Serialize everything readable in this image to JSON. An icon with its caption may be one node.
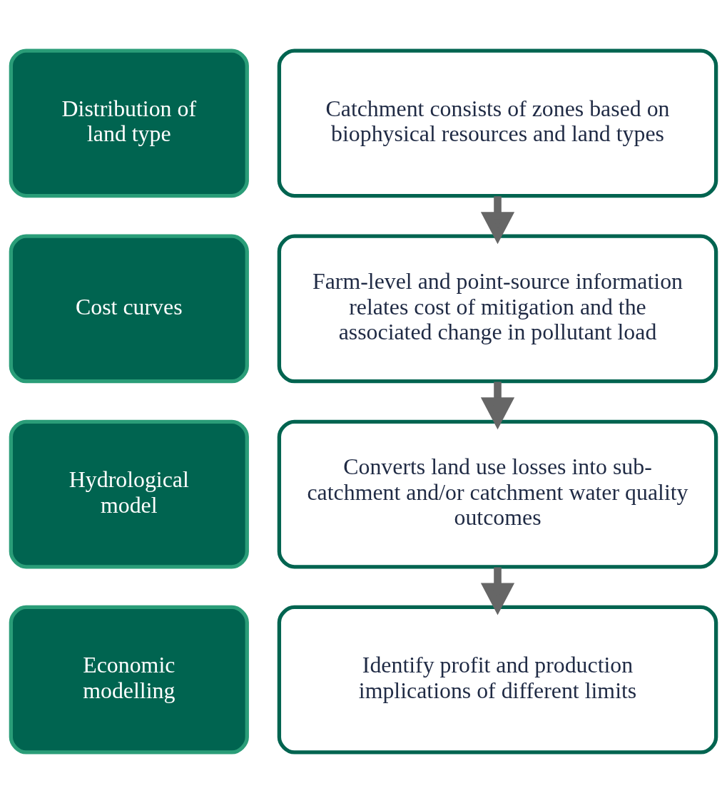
{
  "diagram": {
    "nodes": [
      {
        "text": [
          "Distribution of land type"
        ]
      },
      {
        "text": [
          "Catchment consists of zones based on biophysical resources and land types"
        ]
      },
      {
        "text": [
          "Cost curves"
        ]
      },
      {
        "text": [
          "Farm-level and point-source information relates cost of mitigation and the associated change in pollutant load"
        ]
      },
      {
        "text": [
          "Hydrological model"
        ]
      },
      {
        "text": [
          "Converts land use losses into sub-catchment and/or catchment water quality outcomes"
        ]
      },
      {
        "text": [
          "Economic modelling"
        ]
      },
      {
        "text": [
          "Identify profit and production implications of different limits"
        ]
      }
    ],
    "edges": [
      {
        "from": 1,
        "to": 3,
        "arrow": "to"
      },
      {
        "from": 3,
        "to": 5,
        "arrow": "to"
      },
      {
        "from": 5,
        "to": 7,
        "arrow": "to"
      }
    ]
  }
}
